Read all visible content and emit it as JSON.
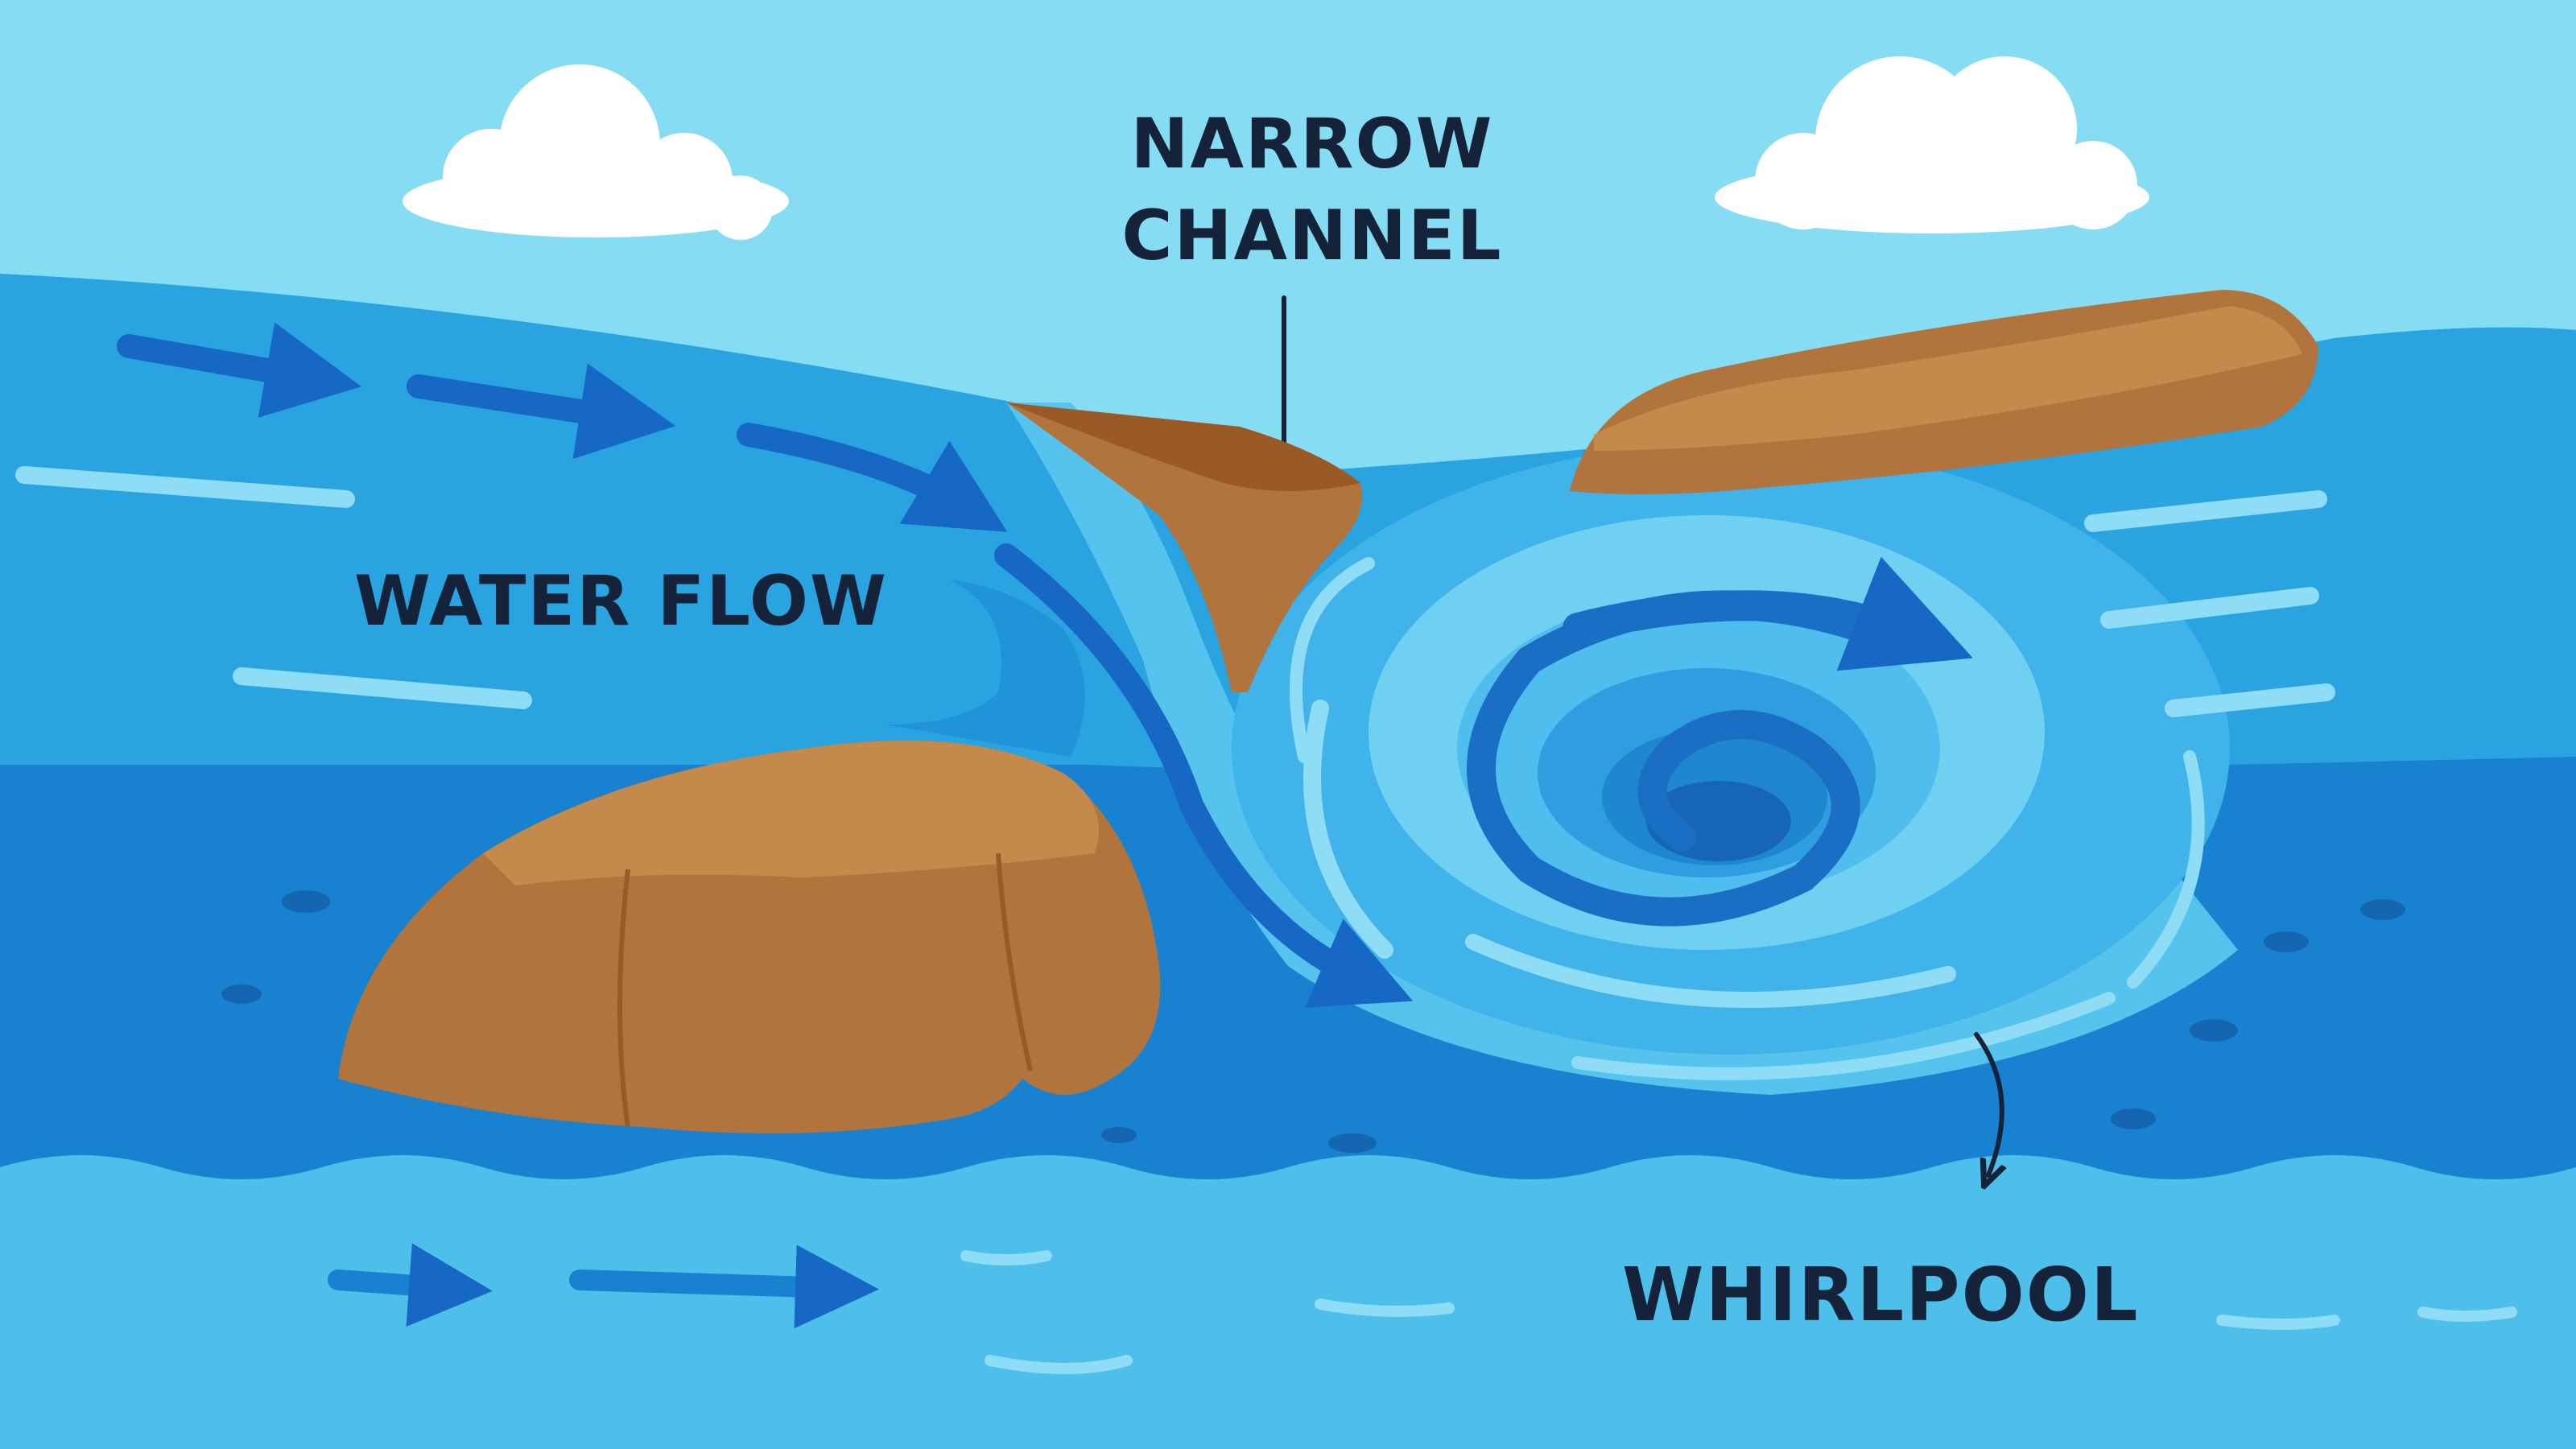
{
  "diagram": {
    "labels": {
      "narrow_channel_line1": "NARROW",
      "narrow_channel_line2": "CHANNEL",
      "water_flow": "WATER FLOW",
      "whirlpool": "WHIRLPOOL"
    },
    "colors": {
      "sky": "#86dcf2",
      "water_surface": "#2aa4e0",
      "water_deep": "#1882d0",
      "water_foreground": "#4dbfea",
      "current_stream": "#6fd0f2",
      "flow_arrow": "#1668c4",
      "whirl_dark": "#1a6fc4",
      "whirl_light": "#8fdcf6",
      "rock_top": "#c48a4c",
      "rock_side": "#a5632e",
      "cloud": "#ffffff",
      "label_text": "#14233a"
    }
  }
}
